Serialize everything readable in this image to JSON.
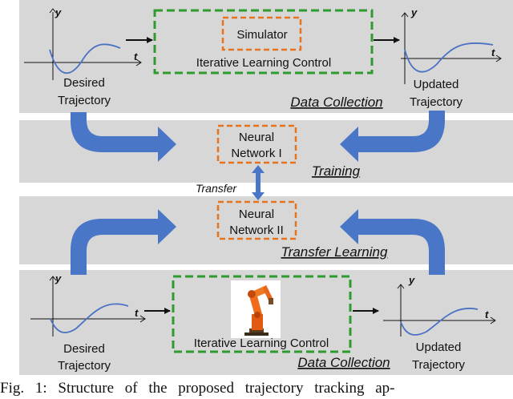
{
  "colors": {
    "band": "#d7d7d7",
    "blue_arrow": "#4a76c7",
    "green_dash": "#2f9b2f",
    "orange_dash": "#e8731e",
    "curve": "#4a72c4"
  },
  "top_section": {
    "left_plot": {
      "y_label": "y",
      "t_label": "t",
      "caption_line1": "Desired",
      "caption_line2": "Trajectory"
    },
    "box_inner": "Simulator",
    "box_outer": "Iterative Learning Control",
    "right_plot": {
      "y_label": "y",
      "t_label": "t",
      "caption_line1": "Updated",
      "caption_line2": "Trajectory"
    },
    "section_label": "Data Collection"
  },
  "training": {
    "network_line1": "Neural",
    "network_line2": "Network I",
    "section_label": "Training"
  },
  "transfer_label": "Transfer",
  "transfer_learning": {
    "network_line1": "Neural",
    "network_line2": "Network II",
    "section_label": "Transfer Learning"
  },
  "bottom_section": {
    "left_plot": {
      "y_label": "y",
      "t_label": "t",
      "caption_line1": "Desired",
      "caption_line2": "Trajectory"
    },
    "box_outer": "Iterative Learning Control",
    "robot_icon": "industrial-robot-arm-icon",
    "right_plot": {
      "y_label": "y",
      "t_label": "t",
      "caption_line1": "Updated",
      "caption_line2": "Trajectory"
    },
    "section_label": "Data Collection"
  },
  "caption": "Fig. 1: Structure of the proposed trajectory tracking ap-"
}
